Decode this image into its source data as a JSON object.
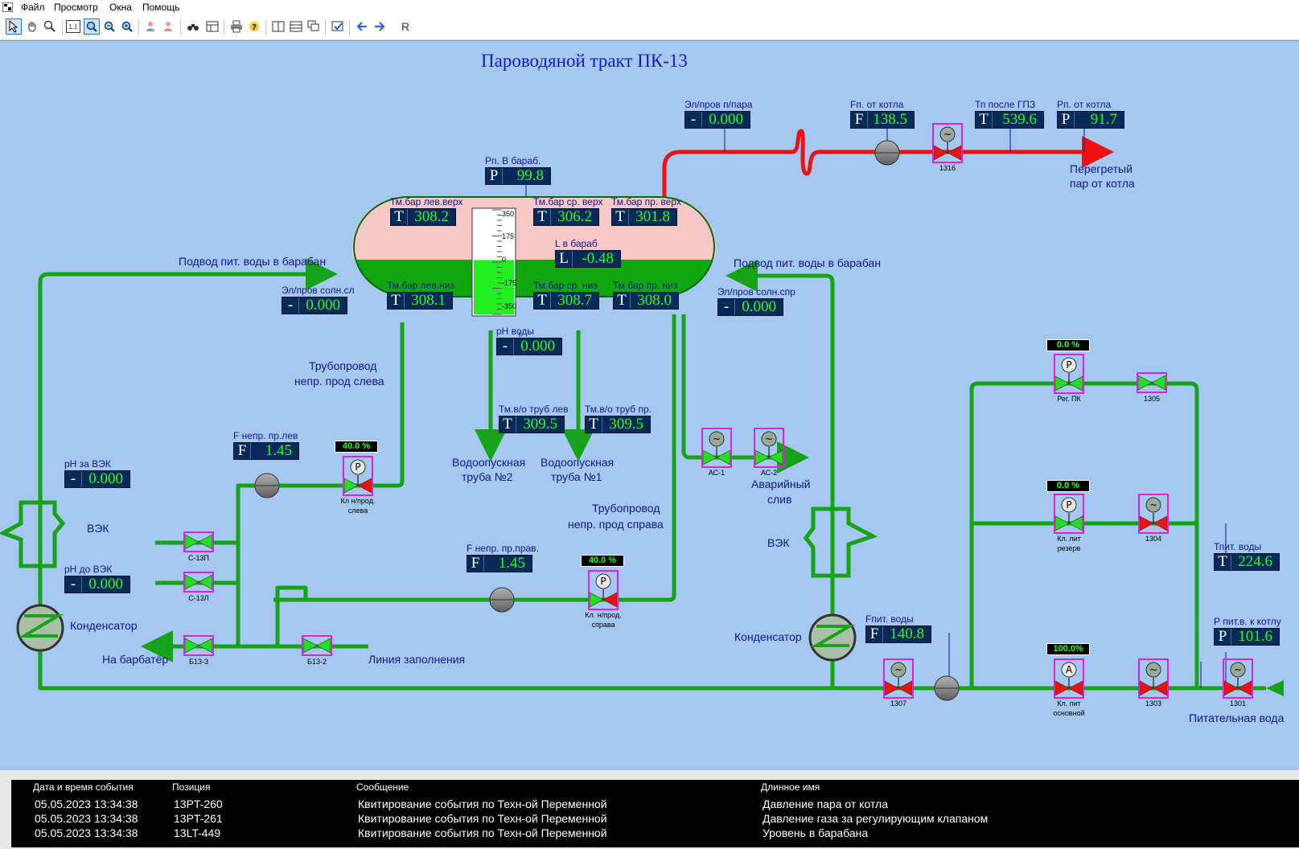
{
  "menu": {
    "items": [
      "Файл",
      "Просмотр",
      "Окна",
      "Помощь"
    ]
  },
  "toolbar": {
    "letter_r": "R",
    "one_to_one": "1:1"
  },
  "scheme": {
    "title": "Пароводяной тракт ПК-13",
    "colors": {
      "background": "#a4c8ef",
      "pipe_water": "#17a317",
      "pipe_steam": "#ee1111",
      "indicator_bg": "#082a58",
      "indicator_value": "#22ff22",
      "label": "#10188a",
      "drum_steam": "#f6c8c8",
      "drum_water": "#0fa60f"
    },
    "labels": {
      "feed_left": "Подвод пит. воды в барабан",
      "feed_right": "Подвод пит. воды в барабан",
      "pipe_left_1": "Трубопровод",
      "pipe_left_2": "непр. прод слева",
      "pipe_right_1": "Трубопровод",
      "pipe_right_2": "непр. прод справа",
      "downcomer2_1": "Водоопускная",
      "downcomer2_2": "труба №2",
      "downcomer1_1": "Водоопускная",
      "downcomer1_2": "труба №1",
      "emergency_1": "Аварийный",
      "emergency_2": "слив",
      "superheated_1": "Перегретый",
      "superheated_2": "пар от котла",
      "vek_left": "ВЭК",
      "vek_right": "ВЭК",
      "condenser_left": "Конденсатор",
      "condenser_right": "Конденсатор",
      "to_barbater": "На барбатёр",
      "fill_line": "Линия заполнения",
      "feed_water": "Питательная вода"
    },
    "indicators": {
      "el_steam": {
        "name": "Эл/пров п/пара",
        "letter": "-",
        "value": "0.000"
      },
      "f_boiler": {
        "name": "Fп. от котла",
        "letter": "F",
        "value": "138.5"
      },
      "t_gpz": {
        "name": "Тп после ГПЗ",
        "letter": "T",
        "value": "539.6"
      },
      "p_boiler": {
        "name": "Рп. от котла",
        "letter": "P",
        "value": "91.7"
      },
      "p_drum": {
        "name": "Рп. В бараб.",
        "letter": "P",
        "value": "99.8"
      },
      "t_left_top": {
        "name": "Тм.бар лев.верх",
        "letter": "T",
        "value": "308.2"
      },
      "t_mid_top": {
        "name": "Тм.бар ср. верх",
        "letter": "T",
        "value": "306.2"
      },
      "t_right_top": {
        "name": "Тм.бар пр. верх",
        "letter": "T",
        "value": "301.8"
      },
      "l_drum": {
        "name": "L в бараб",
        "letter": "L",
        "value": "-0.48"
      },
      "el_salt_left": {
        "name": "Эл/пров солн.сл",
        "letter": "-",
        "value": "0.000"
      },
      "t_left_bot": {
        "name": "Тм.бар лев.низ",
        "letter": "T",
        "value": "308.1"
      },
      "t_mid_bot": {
        "name": "Тм.бар ср. низ",
        "letter": "T",
        "value": "308.7"
      },
      "t_right_bot": {
        "name": "Тм.бар пр. низ",
        "letter": "T",
        "value": "308.0"
      },
      "el_salt_right": {
        "name": "Эл/пров солн.спр",
        "letter": "-",
        "value": "0.000"
      },
      "ph_water": {
        "name": "pH воды",
        "letter": "-",
        "value": "0.000"
      },
      "t_tube_left": {
        "name": "Тм.в/о труб лев",
        "letter": "T",
        "value": "309.5"
      },
      "t_tube_right": {
        "name": "Тм.в/о труб пр.",
        "letter": "T",
        "value": "309.5"
      },
      "f_left": {
        "name": "F непр. пр.лев",
        "letter": "F",
        "value": "1.45"
      },
      "f_right": {
        "name": "F непр. пр.прав.",
        "letter": "F",
        "value": "1.45"
      },
      "ph_after": {
        "name": "pH за ВЭК",
        "letter": "-",
        "value": "0.000"
      },
      "ph_before": {
        "name": "pH до ВЭК",
        "letter": "-",
        "value": "0.000"
      },
      "t_feed": {
        "name": "Тпит. воды",
        "letter": "T",
        "value": "224.6"
      },
      "f_feed": {
        "name": "Fпит. воды",
        "letter": "F",
        "value": "140.8"
      },
      "p_feed": {
        "name": "Р пит.в. к котлу",
        "letter": "P",
        "value": "101.6"
      }
    },
    "gauge": {
      "ticks": [
        "350",
        "175",
        "0",
        "-175",
        "-350"
      ],
      "level_fraction": 0.52
    },
    "percents": {
      "left": "40.0 %",
      "right": "40.0 %",
      "reg": "0.0 %",
      "reserve": "0.0 %",
      "main": "100.0%"
    },
    "valves": {
      "v1316": "1316",
      "ac1": "АС-1",
      "ac2": "АС-2",
      "s13p": "С-13П",
      "s13l": "С-13Л",
      "b133": "Б13-3",
      "b132": "Б13-2",
      "kl_left_1": "Кл н/прод.",
      "kl_left_2": "слева",
      "kl_right_1": "Кл. н/прод.",
      "kl_right_2": "справа",
      "reg": "Рег. ПК",
      "v1305": "1305",
      "res_1": "Кл. пит",
      "res_2": "резерв",
      "v1304": "1304",
      "v1307": "1307",
      "main_1": "Кл. пит",
      "main_2": "основной",
      "v1303": "1303",
      "v1301": "1301"
    },
    "actuators": {
      "tilde": "~",
      "p": "P",
      "a": "A"
    }
  },
  "events": {
    "headers": [
      "Дата и время события",
      "Позиция",
      "Сообщение",
      "Длинное имя"
    ],
    "rows": [
      [
        "05.05.2023 13:34:38",
        "13PT-260",
        "Квитирование события по Техн-ой Переменной",
        "Давление пара от котла"
      ],
      [
        "05.05.2023 13:34:38",
        "13PT-261",
        "Квитирование события по Техн-ой Переменной",
        "Давление газа за регулирующим клапаном"
      ],
      [
        "05.05.2023 13:34:38",
        "13LT-449",
        "Квитирование события по Техн-ой Переменной",
        "Уровень в барабана"
      ]
    ]
  }
}
